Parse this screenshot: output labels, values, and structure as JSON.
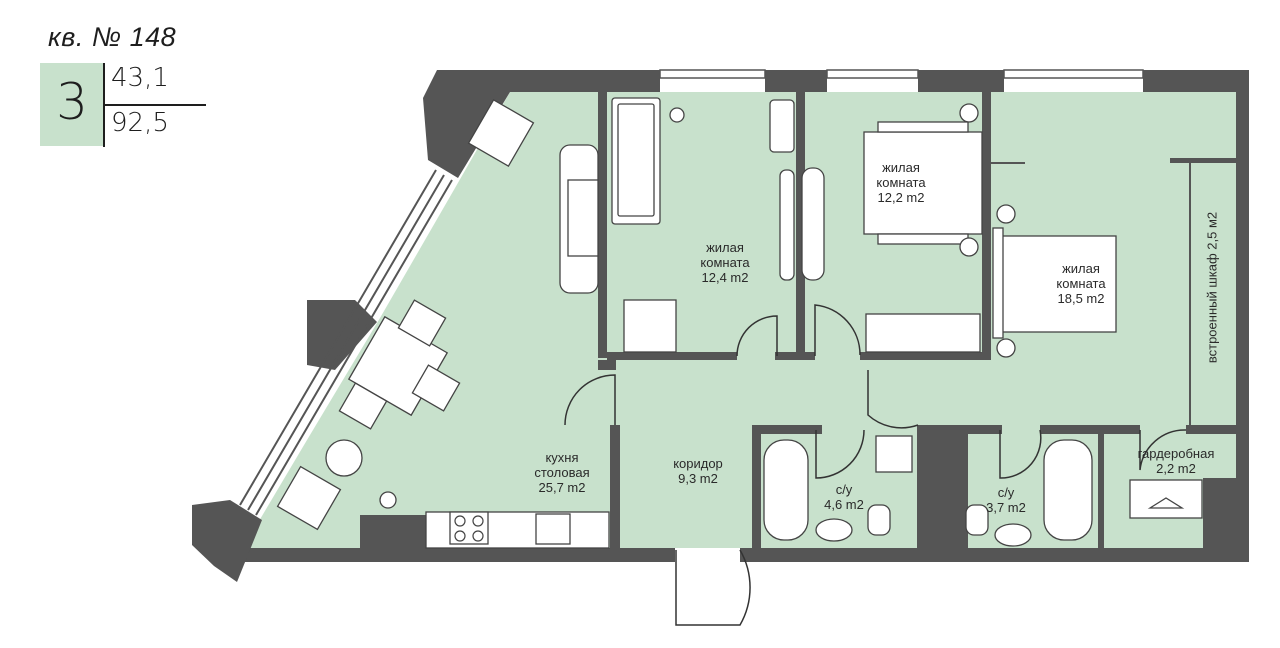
{
  "header": {
    "apartment": "кв. № 148",
    "rooms_count": "3",
    "living_area": "43,1",
    "total_area": "92,5"
  },
  "rooms": {
    "living_1": {
      "name_1": "жилая",
      "name_2": "комната",
      "area": "12,4 m2"
    },
    "living_2": {
      "name_1": "жилая",
      "name_2": "комната",
      "area": "12,2 m2"
    },
    "living_3": {
      "name_1": "жилая",
      "name_2": "комната",
      "area": "18,5 m2"
    },
    "kitchen": {
      "name_1": "кухня",
      "name_2": "столовая",
      "area": "25,7 m2"
    },
    "corridor": {
      "name_1": "коридор",
      "area": "9,3 m2"
    },
    "bath_1": {
      "name_1": "с/у",
      "area": "4,6 m2"
    },
    "bath_2": {
      "name_1": "с/у",
      "area": "3,7 m2"
    },
    "wardrobe_room": {
      "name_1": "гардеробная",
      "area": "2,2 m2"
    },
    "closet": {
      "label": "встроенный шкаф 2,5 м2"
    }
  },
  "colors": {
    "floor": "#c8e1cc",
    "wall": "#555555",
    "line": "#333333",
    "background": "#ffffff"
  }
}
